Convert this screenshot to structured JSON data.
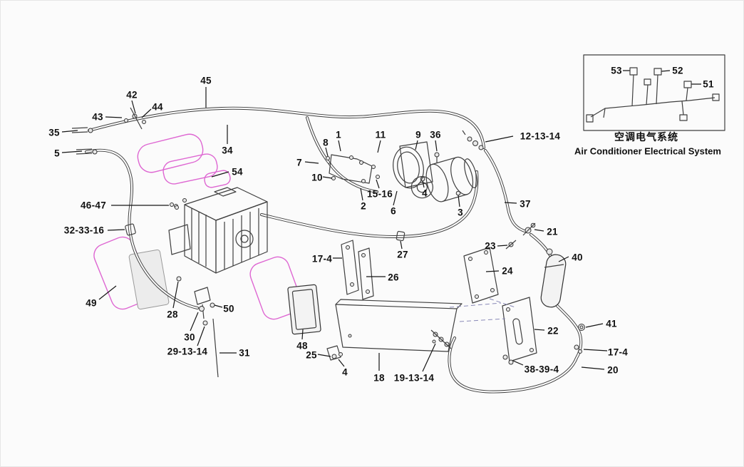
{
  "colors": {
    "highlight_magenta": "#de66d2",
    "line": "#3f3f3f",
    "background": "#fbfbfb"
  },
  "inset": {
    "title_zh": "空调电气系统",
    "title_en": "Air Conditioner Electrical System"
  },
  "callouts": [
    {
      "id": "45",
      "text": "45"
    },
    {
      "id": "42",
      "text": "42"
    },
    {
      "id": "44",
      "text": "44"
    },
    {
      "id": "43",
      "text": "43"
    },
    {
      "id": "35",
      "text": "35"
    },
    {
      "id": "5",
      "text": "5"
    },
    {
      "id": "34",
      "text": "34"
    },
    {
      "id": "54",
      "text": "54"
    },
    {
      "id": "46-47",
      "text": "46-47"
    },
    {
      "id": "32-33-16",
      "text": "32-33-16"
    },
    {
      "id": "49",
      "text": "49"
    },
    {
      "id": "28",
      "text": "28"
    },
    {
      "id": "30",
      "text": "30"
    },
    {
      "id": "29-13-14",
      "text": "29-13-14"
    },
    {
      "id": "50",
      "text": "50"
    },
    {
      "id": "31",
      "text": "31"
    },
    {
      "id": "48",
      "text": "48"
    },
    {
      "id": "25",
      "text": "25"
    },
    {
      "id": "4-bottom-left",
      "text": "4"
    },
    {
      "id": "18",
      "text": "18"
    },
    {
      "id": "19-13-14",
      "text": "19-13-14"
    },
    {
      "id": "8",
      "text": "8"
    },
    {
      "id": "1",
      "text": "1"
    },
    {
      "id": "7",
      "text": "7"
    },
    {
      "id": "10",
      "text": "10"
    },
    {
      "id": "11",
      "text": "11"
    },
    {
      "id": "15-16",
      "text": "15-16"
    },
    {
      "id": "2",
      "text": "2"
    },
    {
      "id": "6",
      "text": "6"
    },
    {
      "id": "9",
      "text": "9"
    },
    {
      "id": "36",
      "text": "36"
    },
    {
      "id": "4-compressor",
      "text": "4"
    },
    {
      "id": "3",
      "text": "3"
    },
    {
      "id": "12-13-14",
      "text": "12-13-14"
    },
    {
      "id": "37",
      "text": "37"
    },
    {
      "id": "27",
      "text": "27"
    },
    {
      "id": "17-4-left",
      "text": "17-4"
    },
    {
      "id": "26",
      "text": "26"
    },
    {
      "id": "23",
      "text": "23"
    },
    {
      "id": "24",
      "text": "24"
    },
    {
      "id": "21",
      "text": "21"
    },
    {
      "id": "40",
      "text": "40"
    },
    {
      "id": "22",
      "text": "22"
    },
    {
      "id": "41",
      "text": "41"
    },
    {
      "id": "17-4-right",
      "text": "17-4"
    },
    {
      "id": "38-39-4",
      "text": "38-39-4"
    },
    {
      "id": "20",
      "text": "20"
    },
    {
      "id": "53",
      "text": "53"
    },
    {
      "id": "52",
      "text": "52"
    },
    {
      "id": "51",
      "text": "51"
    }
  ]
}
